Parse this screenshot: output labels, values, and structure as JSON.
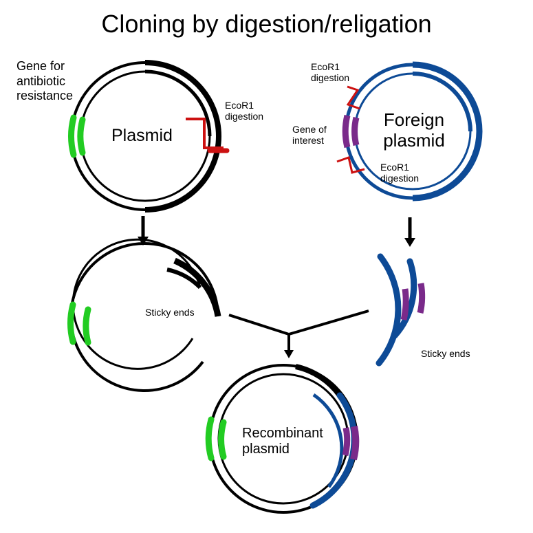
{
  "title": "Cloning by digestion/religation",
  "labels": {
    "gene_antibiotic": "Gene for antibiotic resistance",
    "plasmid": "Plasmid",
    "ecor1_right": "EcoR1 digestion",
    "ecor1_top": "EcoR1 digestion",
    "gene_interest": "Gene of interest",
    "foreign_plasmid": "Foreign plasmid",
    "ecor1_bottom": "EcoR1 digestion",
    "sticky_left": "Sticky ends",
    "sticky_right": "Sticky ends",
    "recombinant": "Recombinant plasmid"
  },
  "colors": {
    "plasmid_dna": "#000000",
    "foreign_dna": "#0d4a96",
    "antibiotic_gene": "#22cc22",
    "gene_of_interest": "#7a2a8a",
    "cut_site": "#cc1111"
  }
}
